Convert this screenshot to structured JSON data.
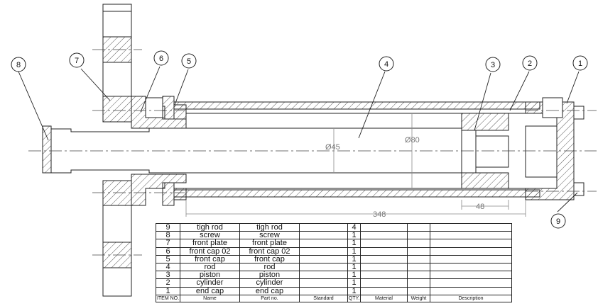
{
  "balloons": [
    "1",
    "2",
    "3",
    "4",
    "5",
    "6",
    "7",
    "8",
    "9"
  ],
  "dimensions": {
    "rod_diameter": "Ø45",
    "bore_diameter": "Ø80",
    "cylinder_length": "348",
    "piston_width": "48"
  },
  "bom": {
    "headers": [
      "ITEM NO.",
      "Name",
      "Part no.",
      "Standard",
      "QTY.",
      "Material",
      "Weight",
      "Description"
    ],
    "rows": [
      [
        "9",
        "tigh rod",
        "tigh rod",
        "",
        "4",
        "",
        "",
        ""
      ],
      [
        "8",
        "screw",
        "screw",
        "",
        "1",
        "",
        "",
        ""
      ],
      [
        "7",
        "front plate",
        "front plate",
        "",
        "1",
        "",
        "",
        ""
      ],
      [
        "6",
        "front cap 02",
        "front cap 02",
        "",
        "1",
        "",
        "",
        ""
      ],
      [
        "5",
        "front cap",
        "front cap",
        "",
        "1",
        "",
        "",
        ""
      ],
      [
        "4",
        "rod",
        "rod",
        "",
        "1",
        "",
        "",
        ""
      ],
      [
        "3",
        "piston",
        "piston",
        "",
        "1",
        "",
        "",
        ""
      ],
      [
        "2",
        "cylinder",
        "cylinder",
        "",
        "1",
        "",
        "",
        ""
      ],
      [
        "1",
        "end cap",
        "end cap",
        "",
        "1",
        "",
        "",
        ""
      ]
    ]
  },
  "colors": {
    "line": "#222222",
    "centerline": "#444444",
    "dimension": "#888888"
  }
}
